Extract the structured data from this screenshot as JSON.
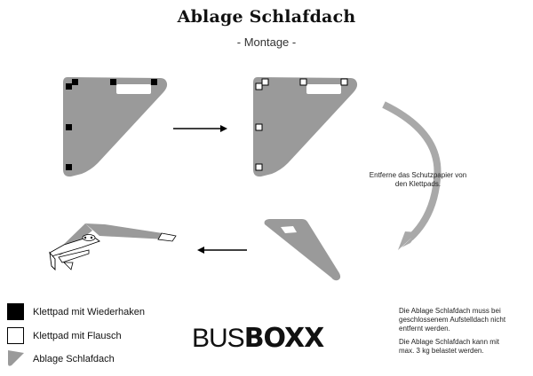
{
  "title": "Ablage Schlafdach",
  "subtitle": "- Montage -",
  "instruction": [
    "Entferne das Schutzpapier von",
    "den Klettpads."
  ],
  "legend": [
    {
      "label": "Klettpad mit Wiederhaken"
    },
    {
      "label": "Klettpad mit Flausch"
    },
    {
      "label": "Ablage Schlafdach"
    }
  ],
  "logo": {
    "part1": "BUS",
    "part2": "BOXX"
  },
  "notes": [
    [
      "Die Ablage Schlafdach muss bei",
      "geschlossenem Aufstelldach nicht",
      "entfernt werden."
    ],
    [
      "Die Ablage Schlafdach kann mit",
      "max. 3 kg belastet werden."
    ]
  ],
  "colors": {
    "panel": "#9a9a9a",
    "arrow_curve": "#a9a9a9",
    "pad_black": "#000000",
    "pad_white": "#ffffff"
  }
}
